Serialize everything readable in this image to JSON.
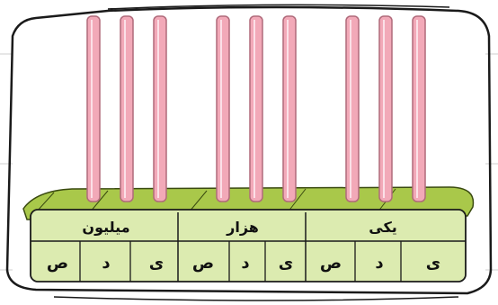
{
  "colors": {
    "frame": "#1a1a1a",
    "rod_fill": "#f2a9b8",
    "rod_stroke": "#b06a7a",
    "base_fill": "#c4dc6a",
    "base_top": "#a9c84a",
    "label_box": "#dcebb0"
  },
  "groups": [
    {
      "label": "یکی"
    },
    {
      "label": "هزار"
    },
    {
      "label": "میلیون"
    }
  ],
  "digit_cells": [
    "ی",
    "د",
    "ص",
    "ی",
    "د",
    "ص",
    "ی",
    "د",
    "ص"
  ]
}
